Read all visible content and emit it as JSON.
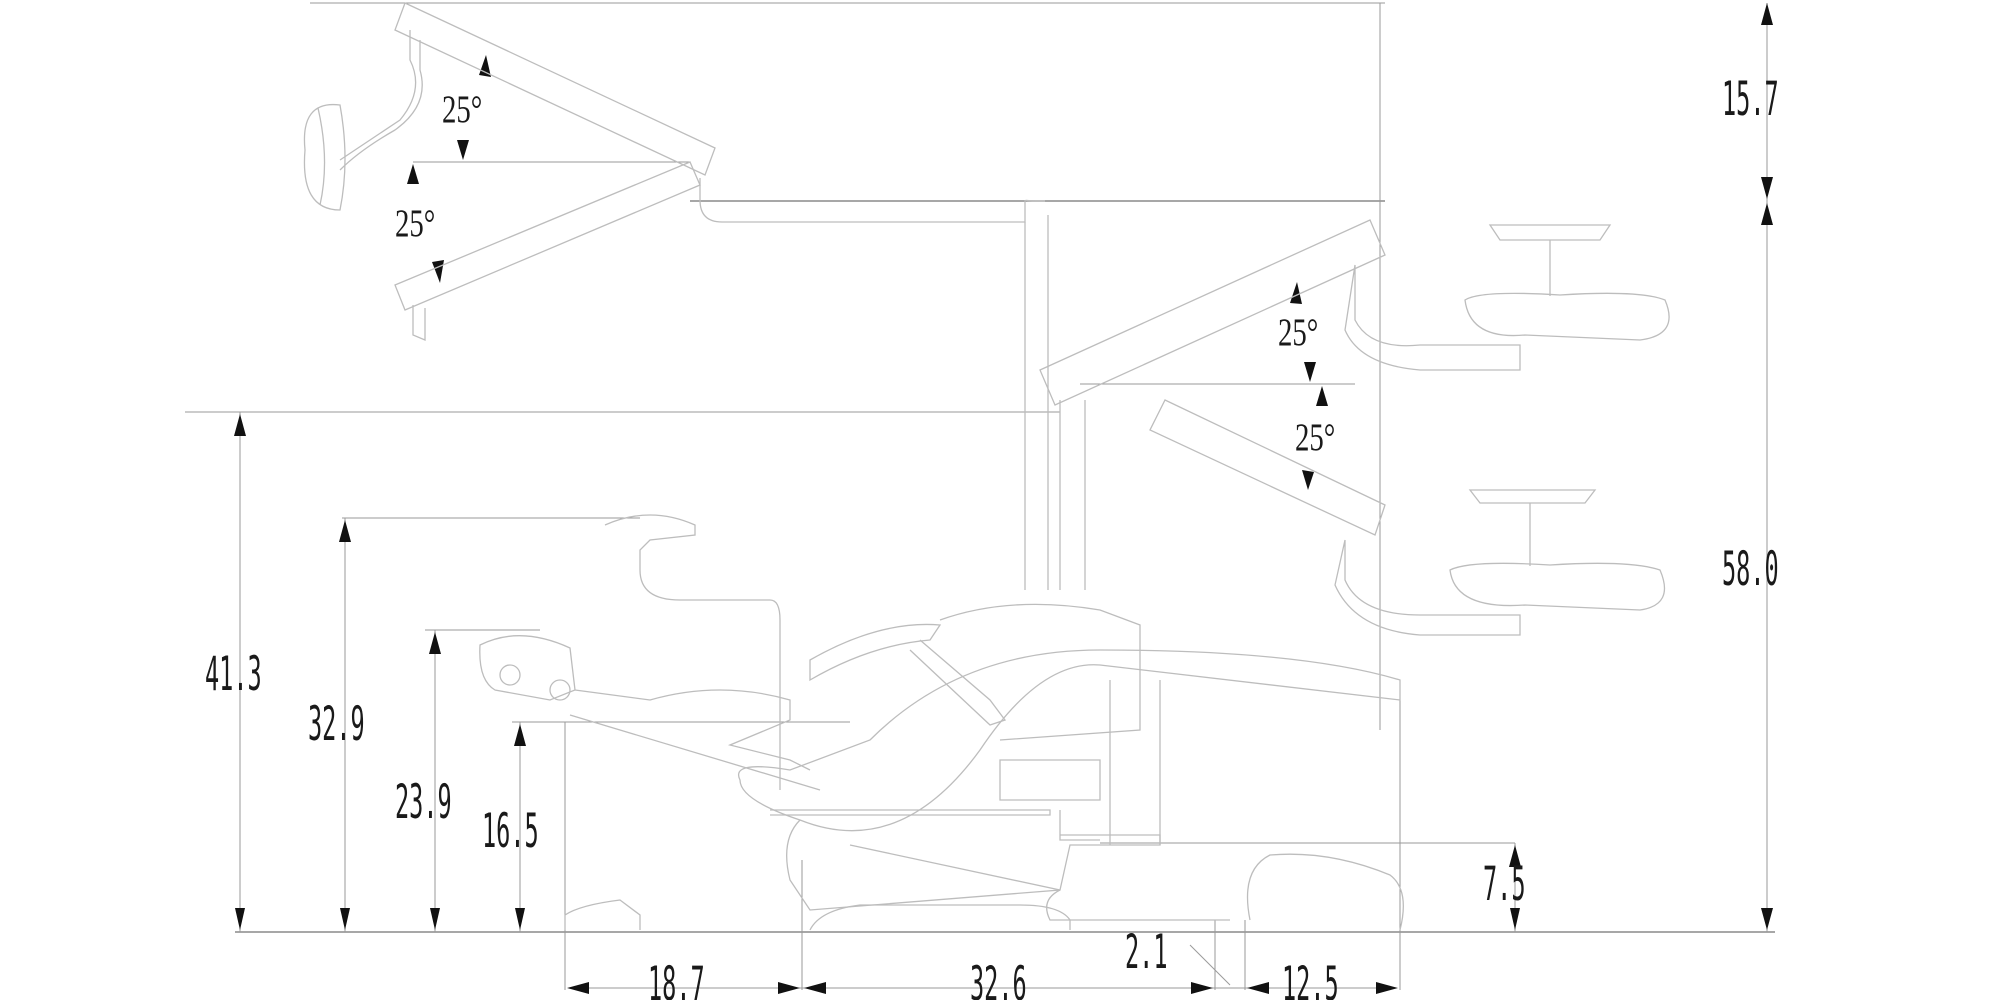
{
  "dimensions": {
    "light_arm_top_offset": "15.7",
    "overall_height": "58.0",
    "head_rest_top_height": "41.3",
    "arm_rest_height": "32.9",
    "foot_rest_height": "23.9",
    "seat_height": "16.5",
    "base_height": "7.5",
    "front_length": "18.7",
    "base_length": "32.6",
    "gap": "2.1",
    "rear_length": "12.5"
  },
  "angles": {
    "light_up": "25°",
    "light_down": "25°",
    "tray_up": "25°",
    "tray_down": "25°"
  }
}
